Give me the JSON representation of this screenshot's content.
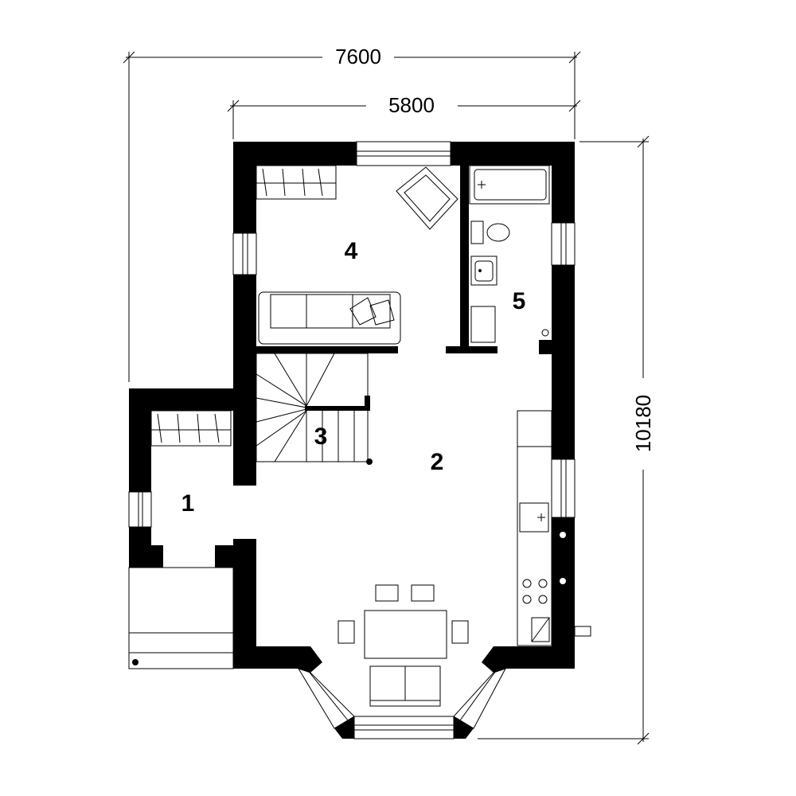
{
  "dimensions": {
    "overall_width": "7600",
    "inner_width": "5800",
    "overall_height": "10180"
  },
  "rooms": [
    {
      "number": "1"
    },
    {
      "number": "2"
    },
    {
      "number": "3"
    },
    {
      "number": "4"
    },
    {
      "number": "5"
    }
  ]
}
